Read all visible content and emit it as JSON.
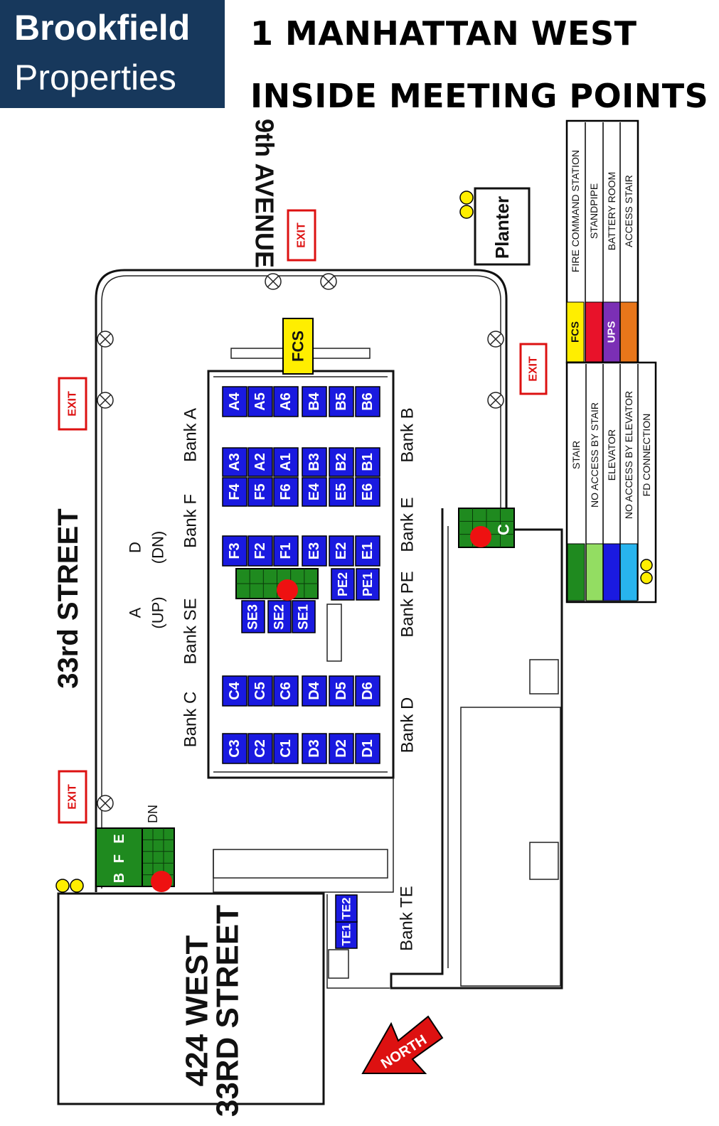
{
  "header": {
    "brand_line1": "Brookfield",
    "brand_line2": "Properties",
    "title_line1": "1 MANHATTAN WEST",
    "title_line2": "INSIDE MEETING POINTS"
  },
  "streets": {
    "avenue": "9th AVENUE",
    "street_33": "33rd STREET",
    "building_line1": "424 WEST",
    "building_line2": "33RD STREET"
  },
  "labels": {
    "exit": "EXIT",
    "planter": "Planter",
    "fcs": "FCS",
    "north": "NORTH",
    "stair_a": "A",
    "stair_a_dir": "(UP)",
    "stair_d": "D",
    "stair_d_dir": "(DN)",
    "stair_c": "C",
    "dn": "DN",
    "stair_bfe": [
      "B",
      "F",
      "E"
    ]
  },
  "banks": {
    "a": "Bank A",
    "b": "Bank B",
    "f": "Bank F",
    "e": "Bank E",
    "se": "Bank SE",
    "pe": "Bank PE",
    "c": "Bank C",
    "d": "Bank D",
    "te": "Bank TE"
  },
  "elevators": {
    "row1": [
      "A4",
      "A5",
      "A6",
      "B4",
      "B5",
      "B6"
    ],
    "row2": [
      "A3",
      "A2",
      "A1",
      "B3",
      "B2",
      "B1"
    ],
    "row3": [
      "F4",
      "F5",
      "F6",
      "E4",
      "E5",
      "E6"
    ],
    "row4": [
      "F3",
      "F2",
      "F1",
      "E3",
      "E2",
      "E1"
    ],
    "se": [
      "SE3",
      "SE2",
      "SE1"
    ],
    "pe": [
      "PE2",
      "PE1"
    ],
    "row5": [
      "C4",
      "C5",
      "C6",
      "D4",
      "D5",
      "D6"
    ],
    "row6": [
      "C3",
      "C2",
      "C1",
      "D3",
      "D2",
      "D1"
    ],
    "te": [
      "TE1",
      "TE2"
    ]
  },
  "legend": {
    "top": [
      {
        "name": "FIRE COMMAND STATION",
        "swatch": "FCS",
        "color": "#ffee00"
      },
      {
        "name": "STANDPIPE",
        "swatch": "",
        "color": "#e8122a"
      },
      {
        "name": "BATTERY ROOM",
        "swatch": "UPS",
        "color": "#7b2fb5"
      },
      {
        "name": "ACCESS STAIR",
        "swatch": "",
        "color": "#e8761a"
      }
    ],
    "bottom": [
      {
        "name": "STAIR",
        "color": "#1f8a1f"
      },
      {
        "name": "NO ACCESS BY STAIR",
        "color": "#93dd62"
      },
      {
        "name": "ELEVATOR",
        "color": "#1a1ae0"
      },
      {
        "name": "NO ACCESS BY ELEVATOR",
        "color": "#28b4ee"
      },
      {
        "name": "FD CONNECTION",
        "color": "#ffee00"
      }
    ]
  },
  "colors": {
    "brand": "#17385c",
    "elevator": "#1a1ae0",
    "stair": "#1f8a1f",
    "meeting_point": "#ee1111",
    "exit": "#dd1111",
    "fcs": "#ffee00"
  }
}
